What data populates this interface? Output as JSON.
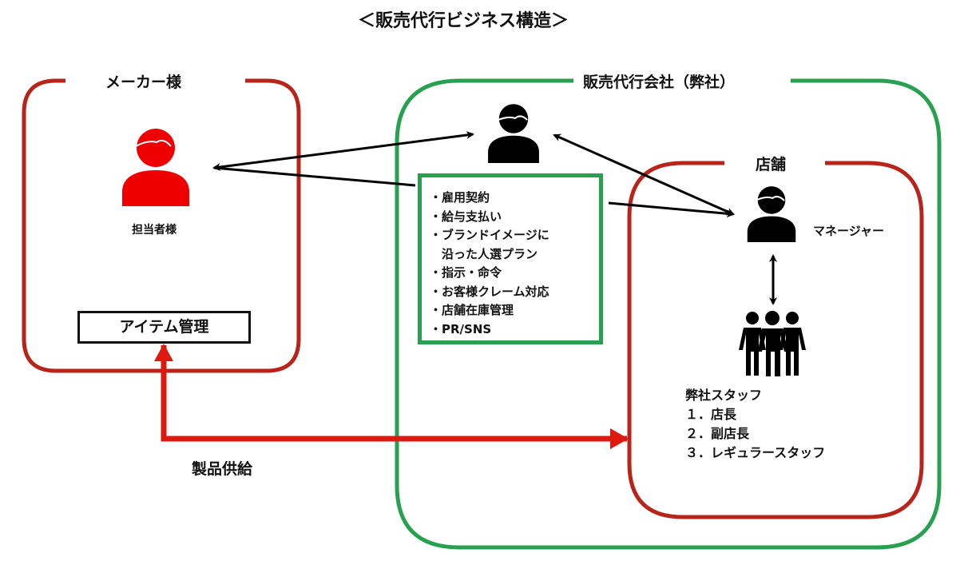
{
  "title": "＜販売代行ビジネス構造＞",
  "colors": {
    "maker_frame": "#b8231a",
    "agency_frame": "#27a14f",
    "store_frame": "#b8231a",
    "maker_person": "#ee0000",
    "supply_arrow": "#dd1a10",
    "person": "#000000"
  },
  "maker": {
    "label": "メーカー様",
    "person_label": "担当者様",
    "person_icon": "person-icon",
    "item_management": "アイテム管理"
  },
  "agency": {
    "label": "販売代行会社（弊社）",
    "person_icon": "person-icon",
    "tasks": [
      "・雇用契約",
      "・給与支払い",
      "・ブランドイメージに",
      "　沿った人選プラン",
      "・指示・命令",
      "・お客様クレーム対応",
      "・店舗在庫管理",
      "・PR/SNS"
    ]
  },
  "store": {
    "label": "店舗",
    "manager_label": "マネージャー",
    "manager_icon": "person-icon",
    "staff_icon": "group-icon",
    "staff_title": "弊社スタッフ",
    "staff_list": [
      "１．店長",
      "２．副店長",
      "３．レギュラースタッフ"
    ]
  },
  "supply": {
    "label": "製品供給"
  },
  "relations": [
    {
      "from": "maker-person",
      "to": "agency-person",
      "type": "bidirectional"
    },
    {
      "from": "store-manager",
      "to": "maker-person",
      "type": "one-way"
    },
    {
      "from": "agency-person",
      "to": "store-manager",
      "type": "bidirectional"
    },
    {
      "from": "store-manager",
      "to": "store-staff",
      "type": "bidirectional"
    },
    {
      "from": "store",
      "to": "item-management",
      "type": "bidirectional",
      "label": "製品供給"
    }
  ]
}
